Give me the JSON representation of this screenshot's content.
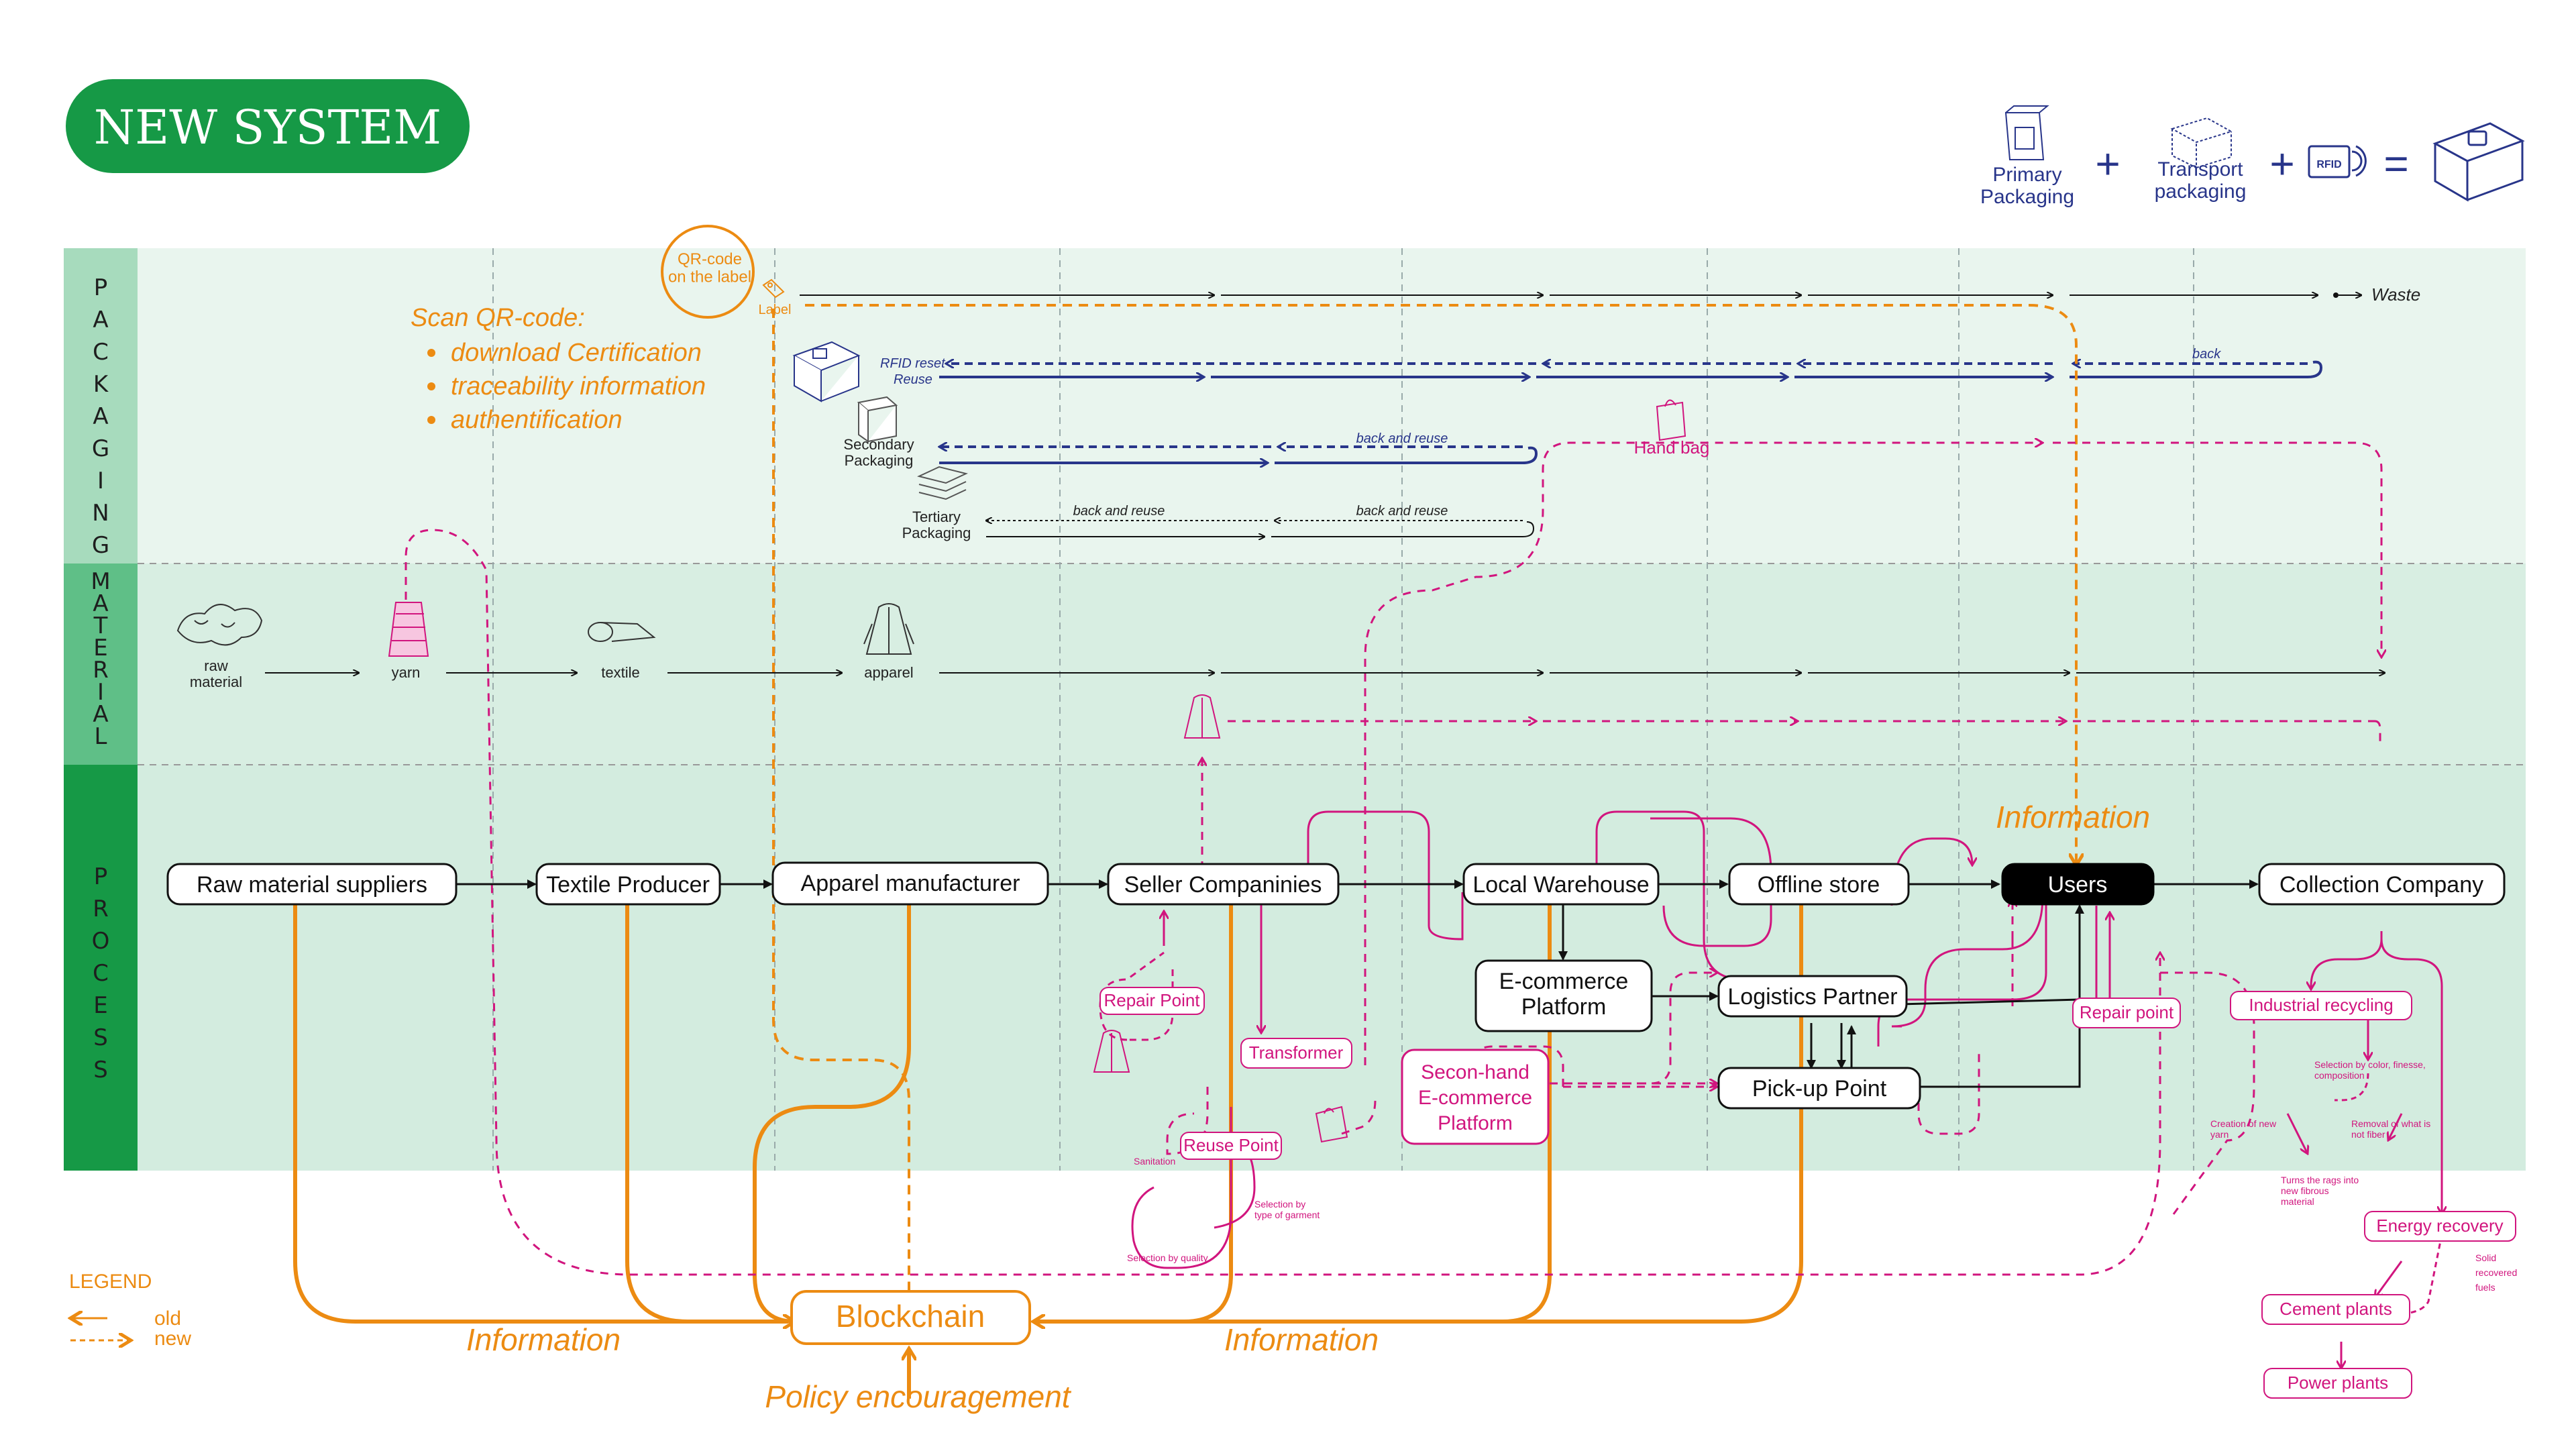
{
  "title": "NEW SYSTEM",
  "colors": {
    "title_green": "#169946",
    "packaging_band": "#e9f5ee",
    "material_band": "#d8eee2",
    "process_band": "#d3ecdf",
    "lane_label_dark": "#169946",
    "lane_label_light": "#a7dbbd",
    "orange": "#ec8b12",
    "pink": "#d1157e",
    "blue": "#28358a",
    "black": "#111111"
  },
  "equation": {
    "primary": "Primary\nPackaging",
    "transport": "Transport\npackaging",
    "rfid": "RFID",
    "plus": "+",
    "equals": "="
  },
  "lanes": {
    "packaging": "PACKAGING",
    "material": "MATERIAL",
    "process": "PROCESS"
  },
  "packaging": {
    "qr_code": "QR-code\non the label",
    "label": "Label",
    "scan_title": "Scan QR-code:",
    "scan_items": [
      "download Certification",
      "traceability information",
      "authentification"
    ],
    "waste": "Waste",
    "rfid_reset": "RFID reset",
    "reuse": "Reuse",
    "back": "back",
    "secondary": "Secondary\nPackaging",
    "back_and_reuse": "back and reuse",
    "tertiary": "Tertiary\nPackaging",
    "hand_bag": "Hand bag"
  },
  "material": {
    "raw_material": "raw\nmaterial",
    "yarn": "yarn",
    "textile": "textile",
    "apparel": "apparel"
  },
  "process": {
    "nodes": {
      "raw_material_suppliers": "Raw material suppliers",
      "textile_producer": "Textile Producer",
      "apparel_manufacturer": "Apparel manufacturer",
      "seller_companies": "Seller Companinies",
      "local_warehouse": "Local Warehouse",
      "offline_store": "Offline store",
      "users": "Users",
      "collection_company": "Collection Company",
      "ecommerce_platform": "E-commerce\nPlatform",
      "logistics_partner": "Logistics Partner",
      "pickup_point": "Pick-up Point",
      "secondhand_platform": "Secon-hand\nE-commerce\nPlatform"
    },
    "pink_nodes": {
      "repair_point_left": "Repair Point",
      "transformer": "Transformer",
      "reuse_point": "Reuse Point",
      "repair_point_right": "Repair point",
      "industrial_recycling": "Industrial recycling",
      "energy_recovery": "Energy recovery",
      "cement_plants": "Cement plants",
      "power_plants": "Power plants"
    },
    "notes": {
      "sanitation": "Sanitation",
      "selection_by_type": "Selection by\ntype of garment",
      "selection_by_quality": "Selection by quality",
      "selection_by_color": "Selection by color, finesse,\ncomposition",
      "removal": "Removal of what is\nnot fiber",
      "creation_yarn": "Creation of new\nyarn",
      "turns_rags": "Turns the rags into\nnew fibrous\nmaterial",
      "solid_fuels": "Solid\nrecovered\nfuels"
    },
    "information_top": "Information"
  },
  "bottom": {
    "blockchain": "Blockchain",
    "information_left": "Information",
    "information_right": "Information",
    "policy": "Policy encouragement"
  },
  "legend": {
    "title": "LEGEND",
    "old": "old",
    "new": "new"
  }
}
